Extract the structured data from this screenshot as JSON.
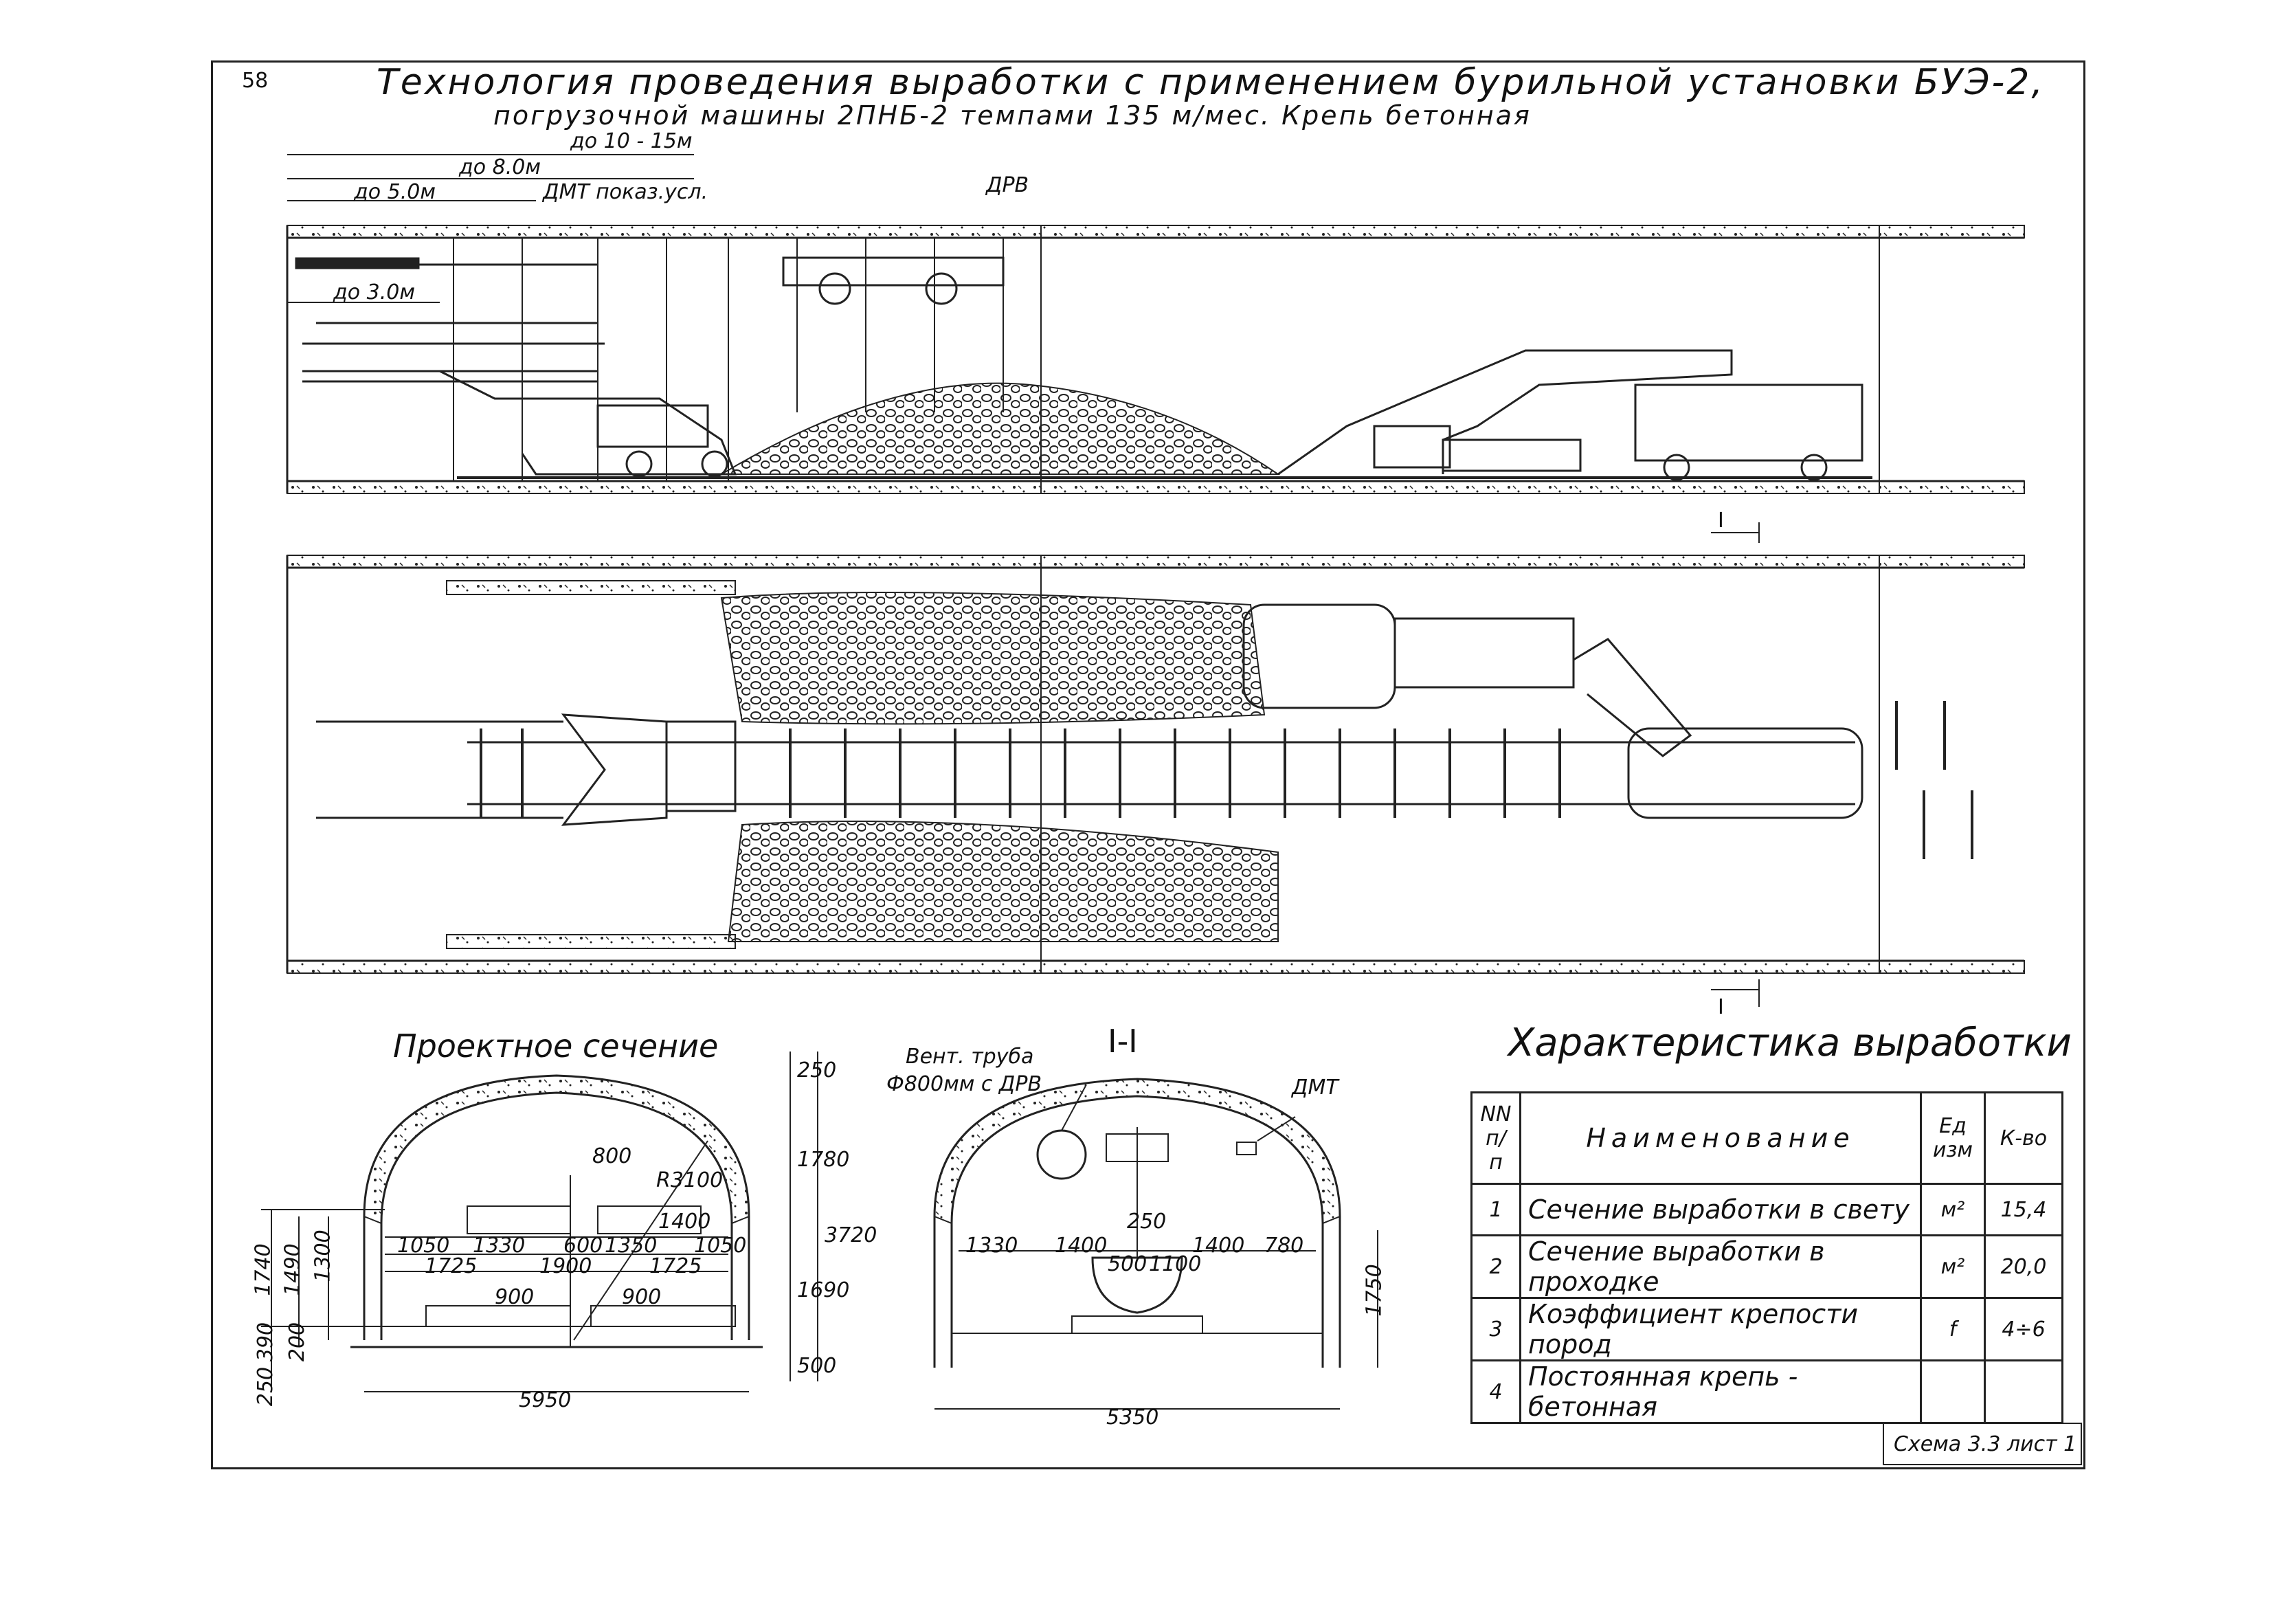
{
  "page_number": "58",
  "title": {
    "line1": "Технология проведения выработки с применением бурильной установки БУЭ-2,",
    "line2": "погрузочной машины 2ПНБ-2 темпами 135 м/мес. Крепь бетонная"
  },
  "top_view": {
    "dim_10_15": "до 10 - 15м",
    "dim_8": "до 8.0м",
    "dim_5": "до 5.0м",
    "dim_3": "до 3.0м",
    "label_dmt": "ДМТ показ.усл.",
    "label_drv": "ДРВ"
  },
  "section_mark": "I",
  "design_section": {
    "title": "Проектное сечение",
    "dims": [
      "250",
      "1780",
      "3720",
      "1690",
      "500",
      "800",
      "R3100",
      "1400",
      "1050",
      "1330",
      "600",
      "1350",
      "1050",
      "1725",
      "1900",
      "1725",
      "900",
      "900",
      "1740",
      "1490",
      "1300",
      "390",
      "200",
      "250",
      "5950"
    ]
  },
  "section_1_1": {
    "title": "I-I",
    "vent_label_1": "Вент. труба",
    "vent_label_2": "Ф800мм с ДРВ",
    "dmt_label": "ДМТ",
    "dims": [
      "250",
      "1330",
      "1400",
      "500",
      "1100",
      "1400",
      "780",
      "1750",
      "5350"
    ]
  },
  "characteristics": {
    "title": "Характеристика выработки",
    "headers": {
      "num": "NN п/п",
      "name": "Наименование",
      "unit": "Ед изм",
      "qty": "К-во"
    },
    "rows": [
      {
        "num": "1",
        "name": "Сечение выработки в свету",
        "unit": "м²",
        "qty": "15,4"
      },
      {
        "num": "2",
        "name": "Сечение выработки в проходке",
        "unit": "м²",
        "qty": "20,0"
      },
      {
        "num": "3",
        "name": "Коэффициент крепости пород",
        "unit": "f",
        "qty": "4÷6"
      },
      {
        "num": "4",
        "name": "Постоянная крепь - бетонная",
        "unit": "",
        "qty": ""
      }
    ]
  },
  "stamp": "Схема 3.3 лист 1"
}
